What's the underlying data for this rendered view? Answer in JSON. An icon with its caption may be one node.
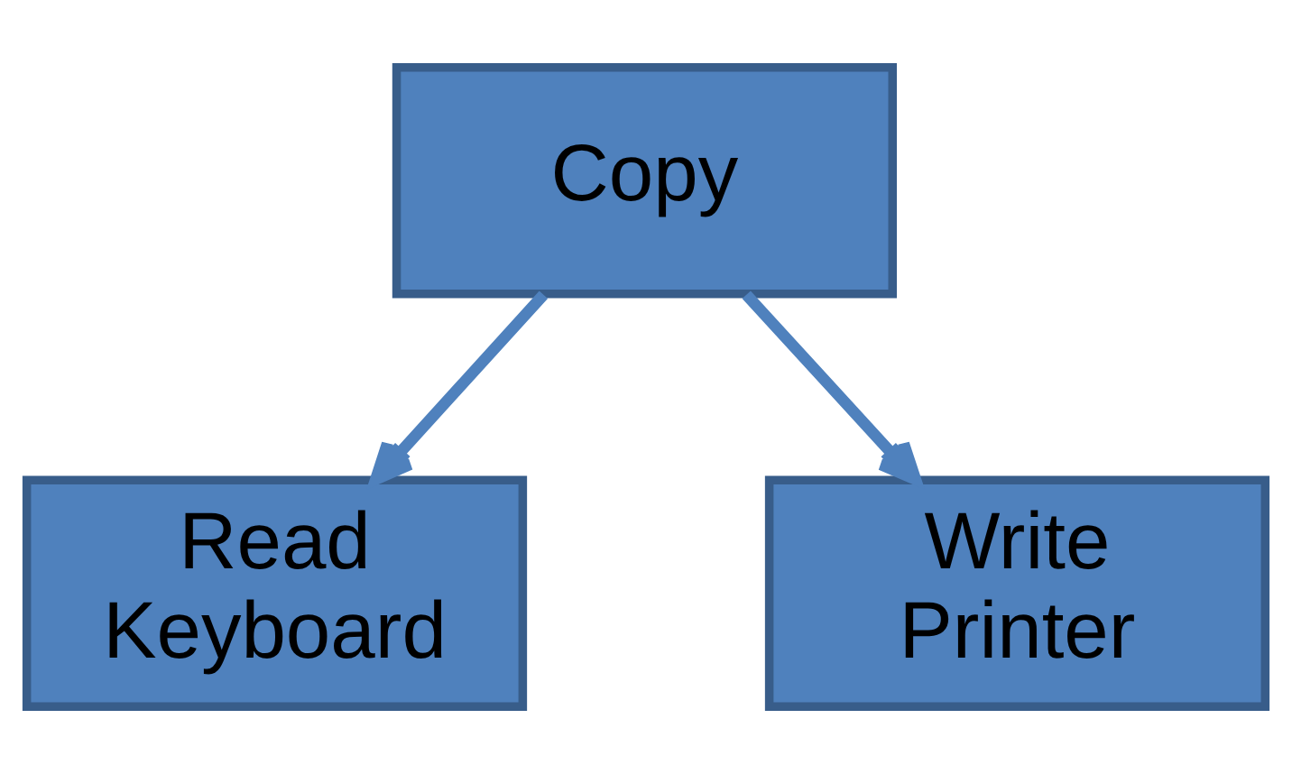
{
  "diagram": {
    "nodes": [
      {
        "text": [
          "Copy"
        ]
      },
      {
        "text": [
          "Read Keyboard"
        ]
      },
      {
        "text": [
          "Write Printer"
        ]
      }
    ],
    "edges": [
      {
        "from": 0,
        "to": 1,
        "arrow": "to"
      },
      {
        "from": 0,
        "to": 2,
        "arrow": "to"
      }
    ]
  }
}
